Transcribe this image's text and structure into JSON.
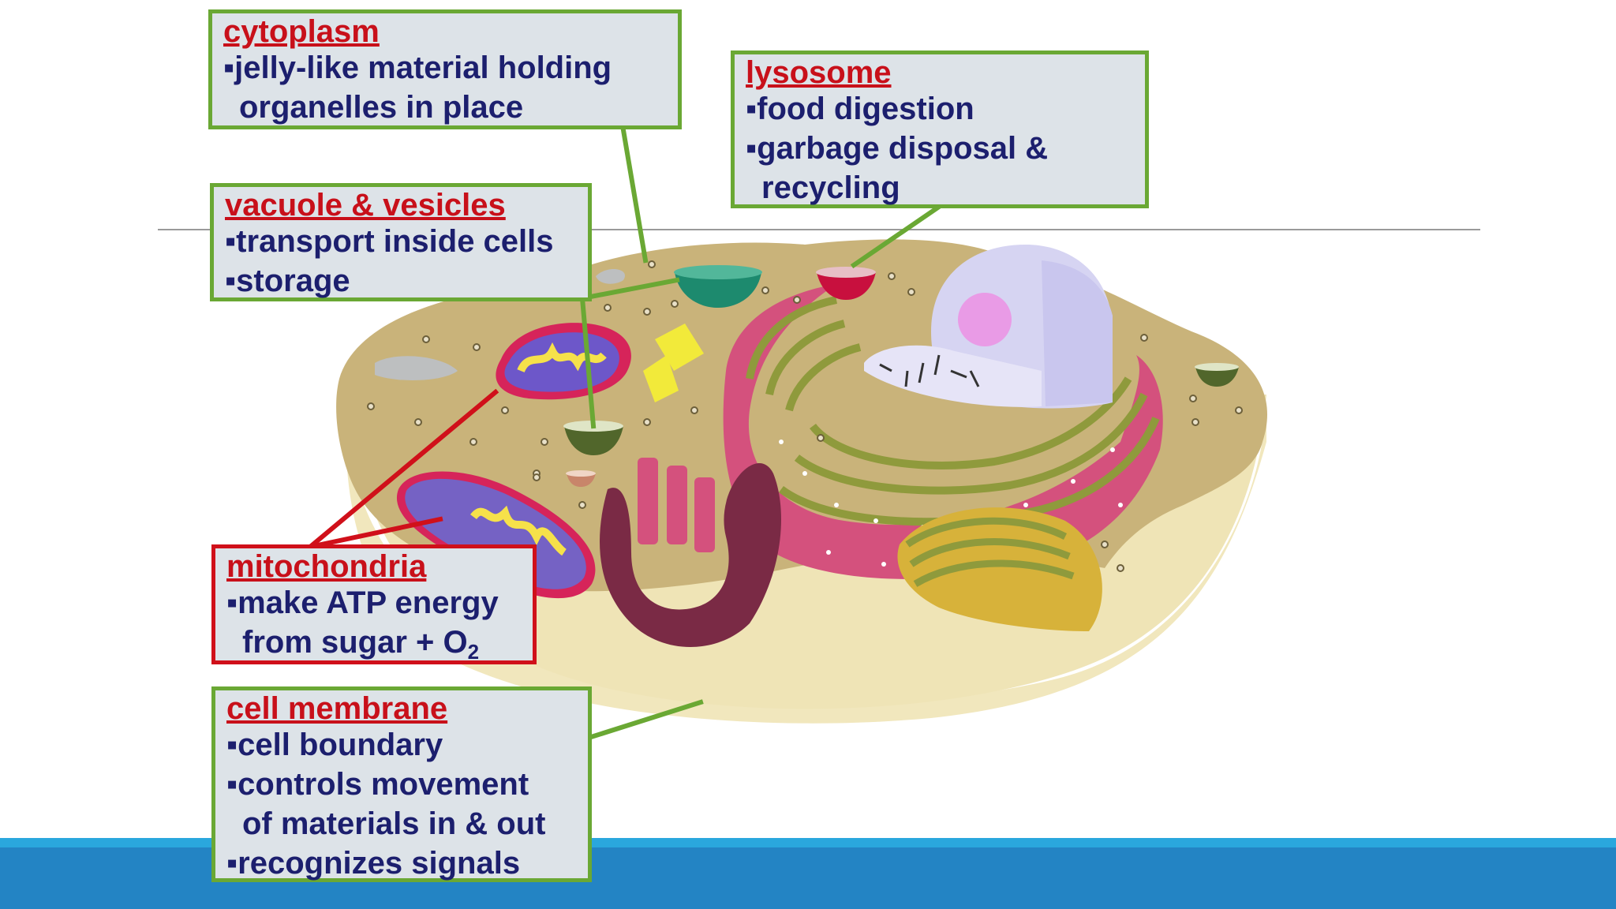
{
  "labels": {
    "cytoplasm": {
      "title": "cytoplasm",
      "lines": [
        "▪jelly-like material holding",
        "organelles in place"
      ]
    },
    "lysosome": {
      "title": "lysosome",
      "lines": [
        "▪food digestion",
        "▪garbage disposal &",
        "recycling"
      ]
    },
    "vacuole": {
      "title": "vacuole & vesicles",
      "lines": [
        "▪transport inside cells",
        "▪storage"
      ]
    },
    "mitochondria": {
      "title": "mitochondria",
      "lines": [
        "▪make ATP energy",
        "from sugar + O",
        "2"
      ]
    },
    "membrane": {
      "title": "cell membrane",
      "lines": [
        "▪cell boundary",
        "▪controls movement",
        "of materials in & out",
        "▪recognizes signals"
      ]
    }
  },
  "colors": {
    "title_red": "#c8101a",
    "body_navy": "#1c1f6e",
    "green_border": "#6aa834",
    "red_border": "#d0101a",
    "box_fill": "#dde3e8",
    "footer_blue": "#2384c4"
  }
}
